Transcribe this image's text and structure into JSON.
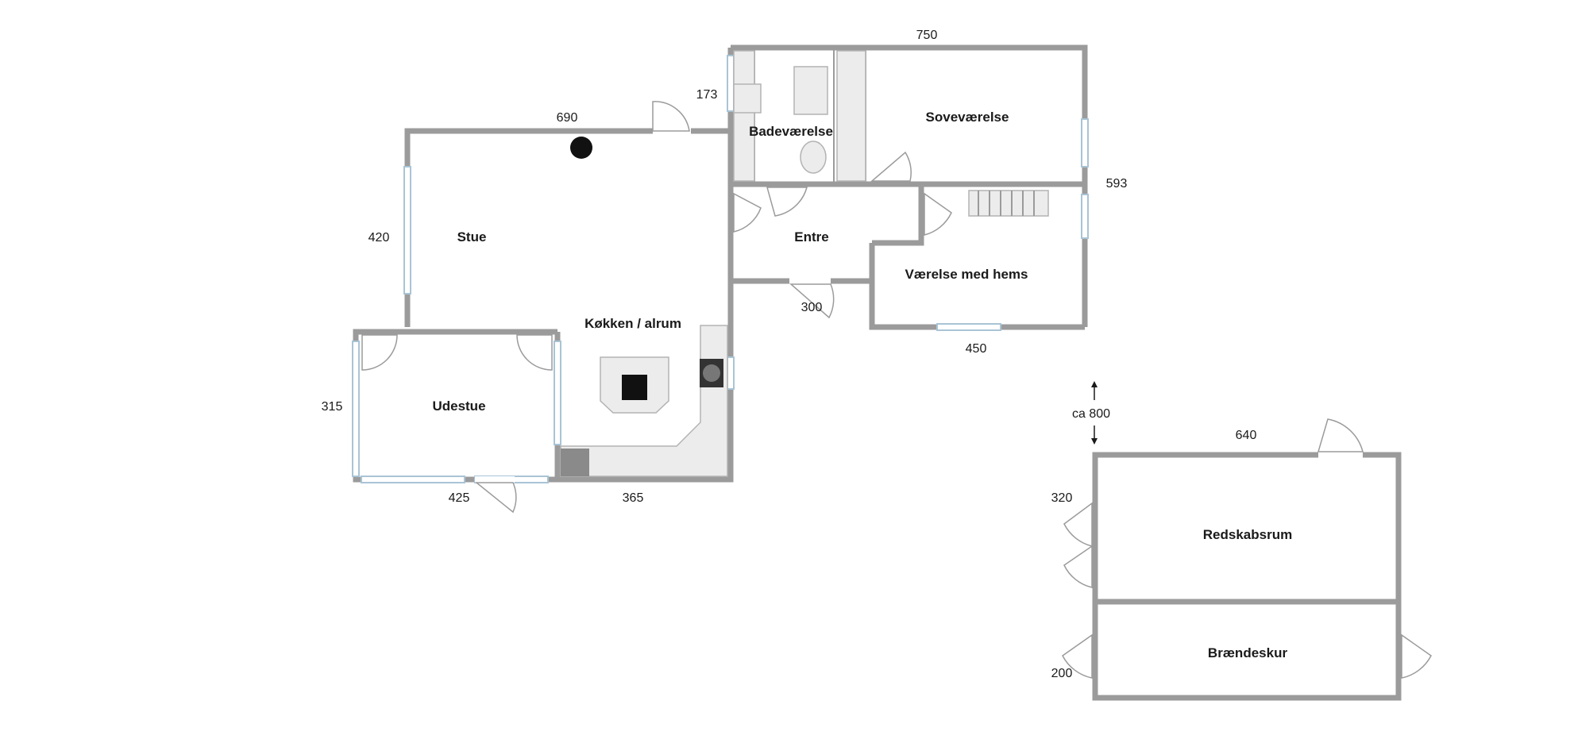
{
  "rooms": {
    "stue": "Stue",
    "kokken": "Køkken / alrum",
    "udestue": "Udestue",
    "badevaerelse": "Badeværelse",
    "sovevaerelse": "Soveværelse",
    "entre": "Entre",
    "vaerelse_hems": "Værelse med hems",
    "redskabsrum": "Redskabsrum",
    "braendeskur": "Brændeskur"
  },
  "dimensions": {
    "d690": "690",
    "d750": "750",
    "d173": "173",
    "d593": "593",
    "d420": "420",
    "d315": "315",
    "d425": "425",
    "d365": "365",
    "d300": "300",
    "d450": "450",
    "d640": "640",
    "d320": "320",
    "d200": "200",
    "ca800": "ca 800"
  },
  "colors": {
    "wall": "#9b9b9b",
    "window": "#a9c4d6",
    "fixture": "#ececec",
    "stove": "#111111"
  }
}
